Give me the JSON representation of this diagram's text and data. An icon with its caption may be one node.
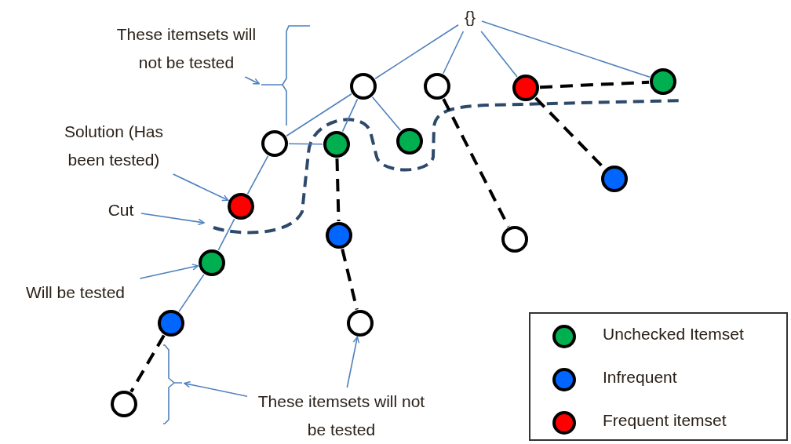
{
  "diagram": {
    "nodes": [
      {
        "text": [
          "{}"
        ]
      },
      {
        "text": [
          "These itemsets will not be tested"
        ]
      },
      {
        "text": [],
        "shape": "circle"
      },
      {
        "text": [],
        "shape": "circle"
      },
      {
        "text": [],
        "shape": "circle"
      },
      {
        "text": [],
        "shape": "circle"
      },
      {
        "text": [],
        "shape": "circle"
      },
      {
        "text": [],
        "shape": "circle"
      },
      {
        "text": [],
        "shape": "circle"
      },
      {
        "text": [
          "Solution (Has been tested)"
        ]
      },
      {
        "text": [],
        "shape": "circle"
      },
      {
        "text": [
          "Cut"
        ]
      },
      {
        "text": [],
        "shape": "circle"
      },
      {
        "text": [],
        "shape": "circle"
      },
      {
        "text": [],
        "shape": "circle"
      },
      {
        "text": [],
        "shape": "circle"
      },
      {
        "text": [
          "Will be tested"
        ]
      },
      {
        "text": [],
        "shape": "circle"
      },
      {
        "text": [],
        "shape": "circle"
      },
      {
        "text": [],
        "shape": "circle"
      },
      {
        "text": [
          "These itemsets will not be tested"
        ]
      },
      {
        "text": [],
        "shape": "bracket"
      },
      {
        "text": [],
        "shape": "bracket"
      }
    ],
    "edges": [
      {
        "from": 0,
        "to": 2,
        "arrow": "none"
      },
      {
        "from": 0,
        "to": 3,
        "arrow": "none"
      },
      {
        "from": 0,
        "to": 4,
        "arrow": "none"
      },
      {
        "from": 0,
        "to": 5,
        "arrow": "none"
      },
      {
        "from": 2,
        "to": 6,
        "arrow": "none"
      },
      {
        "from": 2,
        "to": 7,
        "arrow": "none"
      },
      {
        "from": 2,
        "to": 8,
        "arrow": "none"
      },
      {
        "from": 6,
        "to": 7,
        "arrow": "none"
      },
      {
        "from": 6,
        "to": 10,
        "arrow": "none"
      },
      {
        "from": 10,
        "to": 15,
        "arrow": "none"
      },
      {
        "from": 15,
        "to": 17,
        "arrow": "none"
      },
      {
        "from": 17,
        "to": 19,
        "arrow": "none",
        "style": "dashed",
        "color": "#000000"
      },
      {
        "from": 7,
        "to": 13,
        "arrow": "none",
        "style": "dashed",
        "color": "#000000"
      },
      {
        "from": 13,
        "to": 18,
        "arrow": "none",
        "style": "dashed",
        "color": "#000000"
      },
      {
        "from": 3,
        "to": 14,
        "arrow": "none",
        "style": "dashed",
        "color": "#000000"
      },
      {
        "from": 4,
        "to": 12,
        "arrow": "none",
        "style": "dashed",
        "color": "#000000"
      },
      {
        "from": 4,
        "to": 5,
        "arrow": "none",
        "style": "dashed",
        "color": "#000000"
      },
      {
        "from": 1,
        "to": 21,
        "arrow": "to"
      },
      {
        "from": 9,
        "to": 10,
        "arrow": "to"
      },
      {
        "from": 11,
        "to": null,
        "arrow": "to"
      },
      {
        "from": 16,
        "to": 15,
        "arrow": "to"
      },
      {
        "from": 20,
        "to": 22,
        "arrow": "to"
      },
      {
        "from": 20,
        "to": 18,
        "arrow": "to"
      }
    ],
    "legend": [
      {
        "text": "Unchecked Itemset",
        "color": "#00b050"
      },
      {
        "text": "Infrequent",
        "color": "#0066ff"
      },
      {
        "text": "Frequent itemset",
        "color": "#ff0000"
      }
    ]
  }
}
